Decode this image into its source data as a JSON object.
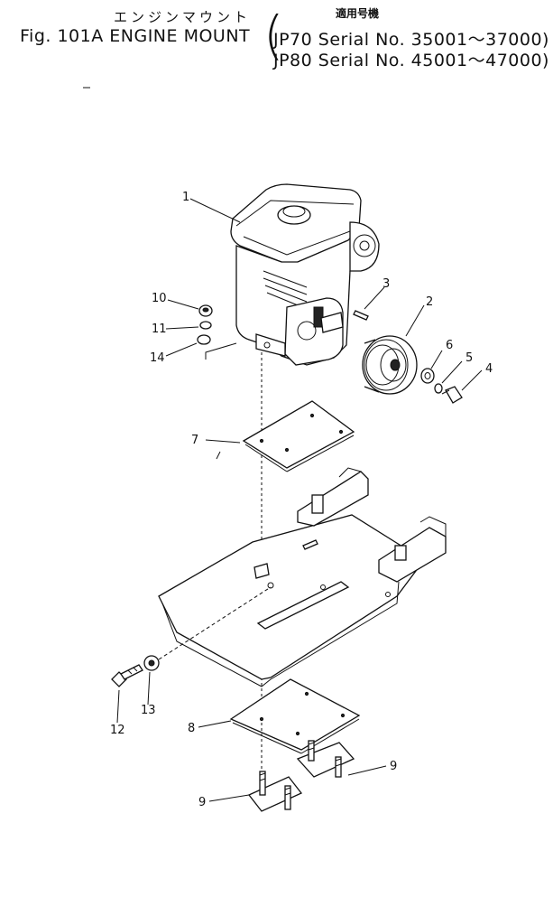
{
  "header": {
    "jp_subtitle": "エンジンマウント",
    "jp_applicable": "適用号機",
    "figure_title": "Fig. 101A ENGINE MOUNT",
    "serial_1": "JP70 Serial No. 35001～37000)",
    "serial_2": "JP80 Serial No. 45001～47000)",
    "bracket": "("
  },
  "callouts": {
    "c1": "1",
    "c2": "2",
    "c3": "3",
    "c4": "4",
    "c5": "5",
    "c6": "6",
    "c7": "7",
    "c8": "8",
    "c9a": "9",
    "c9b": "9",
    "c10": "10",
    "c11": "11",
    "c12": "12",
    "c13": "13",
    "c14": "14"
  }
}
